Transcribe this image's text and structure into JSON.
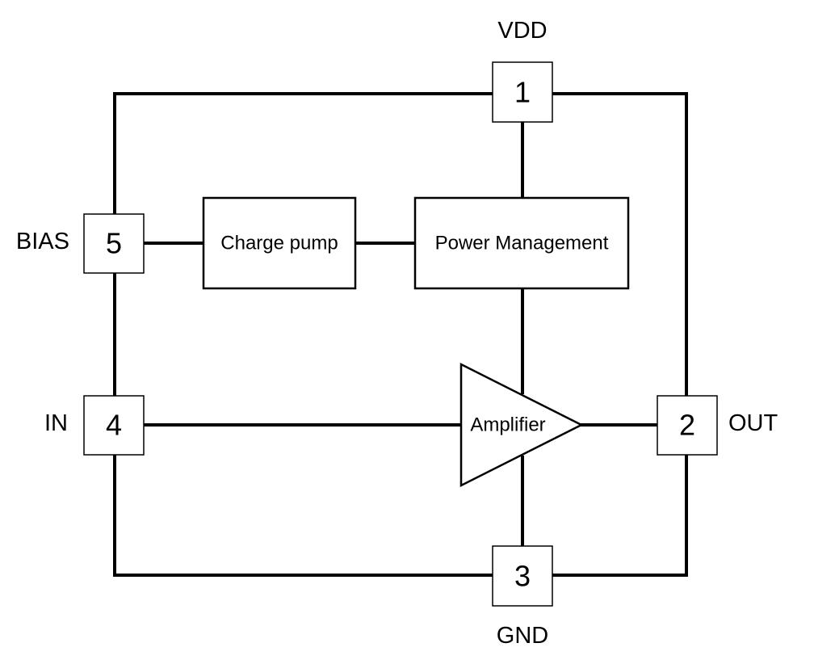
{
  "pins": {
    "vdd": {
      "number": "1",
      "label": "VDD"
    },
    "out": {
      "number": "2",
      "label": "OUT"
    },
    "gnd": {
      "number": "3",
      "label": "GND"
    },
    "in": {
      "number": "4",
      "label": "IN"
    },
    "bias": {
      "number": "5",
      "label": "BIAS"
    }
  },
  "blocks": {
    "charge_pump": "Charge pump",
    "power_management": "Power Management",
    "amplifier": "Amplifier"
  }
}
